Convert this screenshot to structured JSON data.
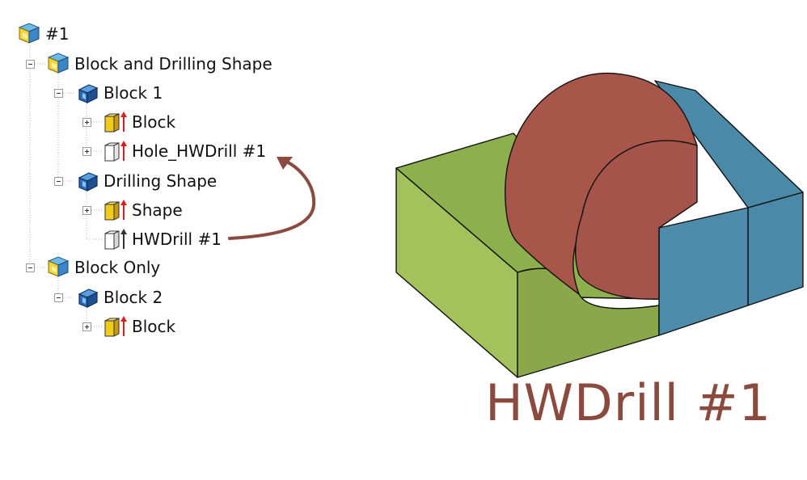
{
  "tree": {
    "nodes": [
      {
        "label": "#1",
        "icon": "assembly-icon"
      },
      {
        "label": "Block and Drilling Shape",
        "icon": "assembly-icon"
      },
      {
        "label": "Block 1",
        "icon": "part-icon"
      },
      {
        "label": "Block",
        "icon": "block-feature-icon"
      },
      {
        "label": "Hole_HWDrill #1",
        "icon": "hole-feature-icon"
      },
      {
        "label": "Drilling Shape",
        "icon": "part-icon"
      },
      {
        "label": "Shape",
        "icon": "block-feature-icon"
      },
      {
        "label": "HWDrill #1",
        "icon": "drill-feature-icon"
      },
      {
        "label": "Block Only",
        "icon": "assembly-icon"
      },
      {
        "label": "Block 2",
        "icon": "part-icon"
      },
      {
        "label": "Block",
        "icon": "block-feature-icon"
      }
    ]
  },
  "caption": "HWDrill #1",
  "colors": {
    "block_left_face": "#a4c25c",
    "block_front_face": "#8aa84a",
    "block_side_face": "#4a8aa8",
    "drill_body": "#a8564a",
    "caption": "#8b4a3e",
    "arrow": "#8b4a3e"
  }
}
